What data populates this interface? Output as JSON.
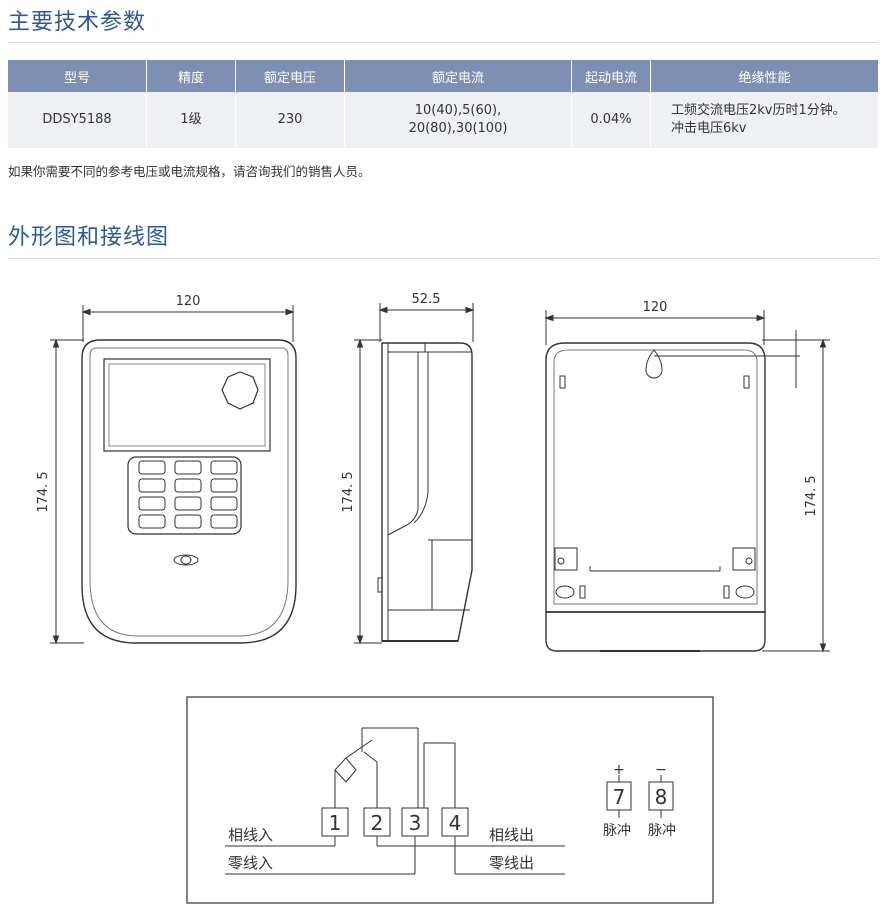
{
  "sections": {
    "specs_title": "主要技术参数",
    "drawing_title": "外形图和接线图"
  },
  "spec_table": {
    "headers": [
      "型号",
      "精度",
      "额定电压",
      "额定电流",
      "起动电流",
      "绝缘性能"
    ],
    "row": {
      "model": "DDSY5188",
      "accuracy": "1级",
      "voltage": "230",
      "current_line1": "10(40),5(60),",
      "current_line2": "20(80),30(100)",
      "start_current": "0.04%",
      "insulation_line1": "工频交流电压2kv历时1分钟。",
      "insulation_line2": "冲击电压6kv"
    }
  },
  "note": "如果你需要不同的参考电压或电流规格，请咨询我们的销售人员。",
  "dimensions": {
    "front_width": "120",
    "front_height": "174. 5",
    "side_width": "52.5",
    "side_height": "174. 5",
    "back_width": "120",
    "back_height": "174. 5"
  },
  "wiring": {
    "terminals": [
      "1",
      "2",
      "3",
      "4"
    ],
    "pulse_terminals": [
      "7",
      "8"
    ],
    "pulse_plus": "+",
    "pulse_minus": "−",
    "pulse_label_7": "脉冲",
    "pulse_label_8": "脉冲",
    "phase_in": "相线入",
    "neutral_in": "零线入",
    "phase_out": "相线出",
    "neutral_out": "零线出"
  }
}
